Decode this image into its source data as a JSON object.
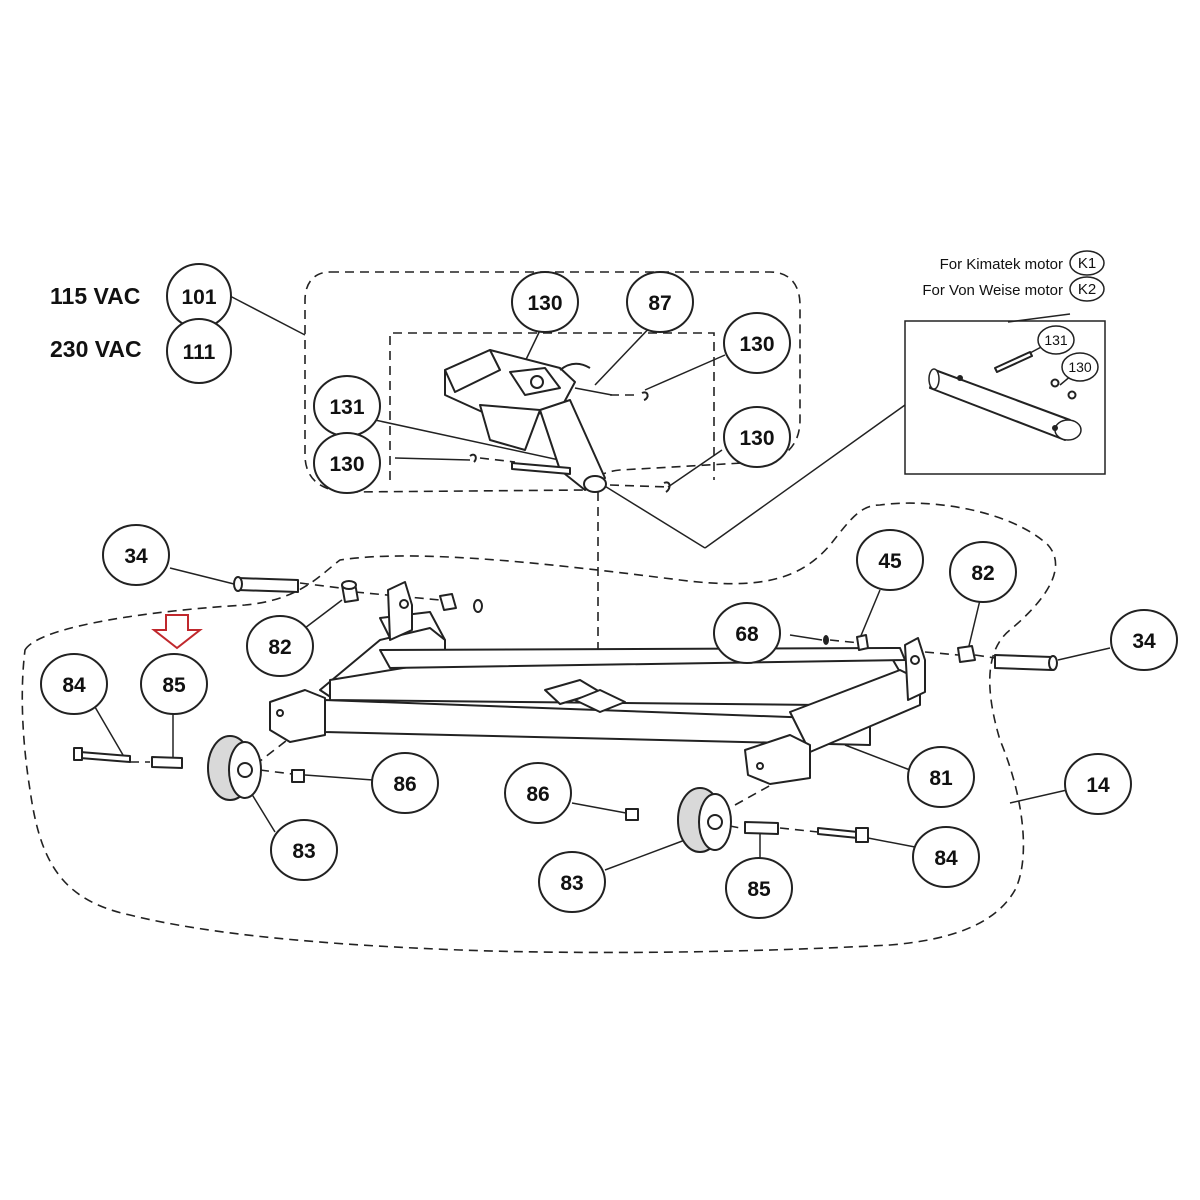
{
  "voltage_options": [
    {
      "label": "115 VAC",
      "part": "101"
    },
    {
      "label": "230 VAC",
      "part": "111"
    }
  ],
  "motor_notes": [
    {
      "label": "For Kimatek motor",
      "code": "K1"
    },
    {
      "label": "For Von Weise motor",
      "code": "K2"
    }
  ],
  "inset_callouts": [
    "131",
    "130"
  ],
  "callouts": [
    {
      "id": "130-top",
      "label": "130"
    },
    {
      "id": "87",
      "label": "87"
    },
    {
      "id": "130-right-a",
      "label": "130"
    },
    {
      "id": "131",
      "label": "131"
    },
    {
      "id": "130-left",
      "label": "130"
    },
    {
      "id": "130-right-b",
      "label": "130"
    },
    {
      "id": "34-left",
      "label": "34"
    },
    {
      "id": "82-left",
      "label": "82"
    },
    {
      "id": "45",
      "label": "45"
    },
    {
      "id": "82-right",
      "label": "82"
    },
    {
      "id": "68",
      "label": "68"
    },
    {
      "id": "34-right",
      "label": "34"
    },
    {
      "id": "84-left",
      "label": "84"
    },
    {
      "id": "85-left",
      "label": "85"
    },
    {
      "id": "86-left",
      "label": "86"
    },
    {
      "id": "83-left",
      "label": "83"
    },
    {
      "id": "86-right",
      "label": "86"
    },
    {
      "id": "81",
      "label": "81"
    },
    {
      "id": "14",
      "label": "14"
    },
    {
      "id": "83-right",
      "label": "83"
    },
    {
      "id": "85-right",
      "label": "85"
    },
    {
      "id": "84-right",
      "label": "84"
    }
  ],
  "colors": {
    "highlight_arrow": "#c0282d",
    "region_fill": "#e6e6e6",
    "line": "#222222"
  },
  "highlight_icon": "down-arrow-icon"
}
